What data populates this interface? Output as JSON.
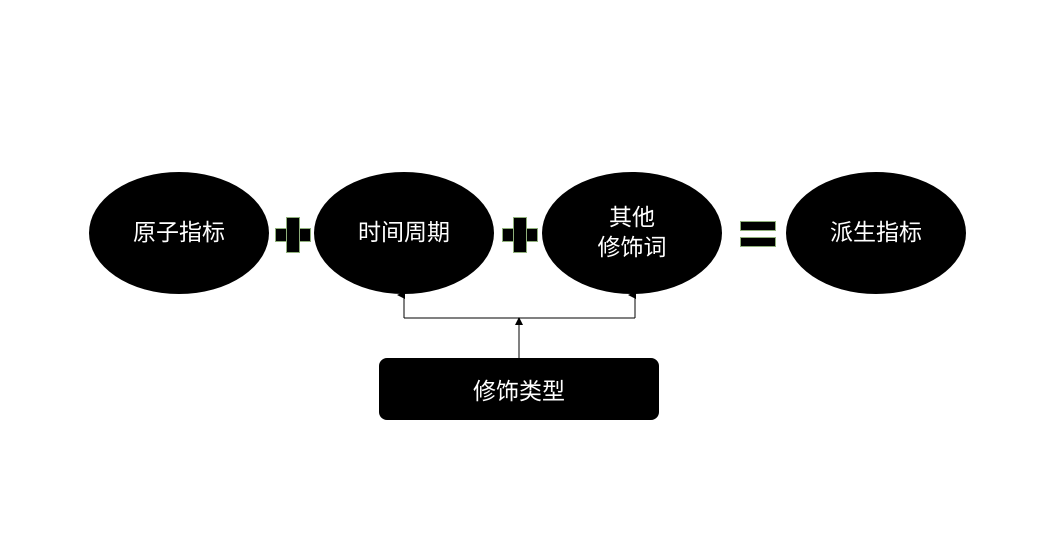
{
  "nodes": {
    "atomic_metric": "原子指标",
    "time_period": "时间周期",
    "other_modifier_line1": "其他",
    "other_modifier_line2": "修饰词",
    "derived_metric": "派生指标",
    "modifier_type": "修饰类型"
  },
  "operators": {
    "plus": "plus-icon",
    "equals": "equals-icon"
  },
  "colors": {
    "shape_fill": "#000000",
    "text": "#ffffff",
    "operator_outline": "#8fb07a",
    "connector": "#000000",
    "background": "#ffffff"
  }
}
